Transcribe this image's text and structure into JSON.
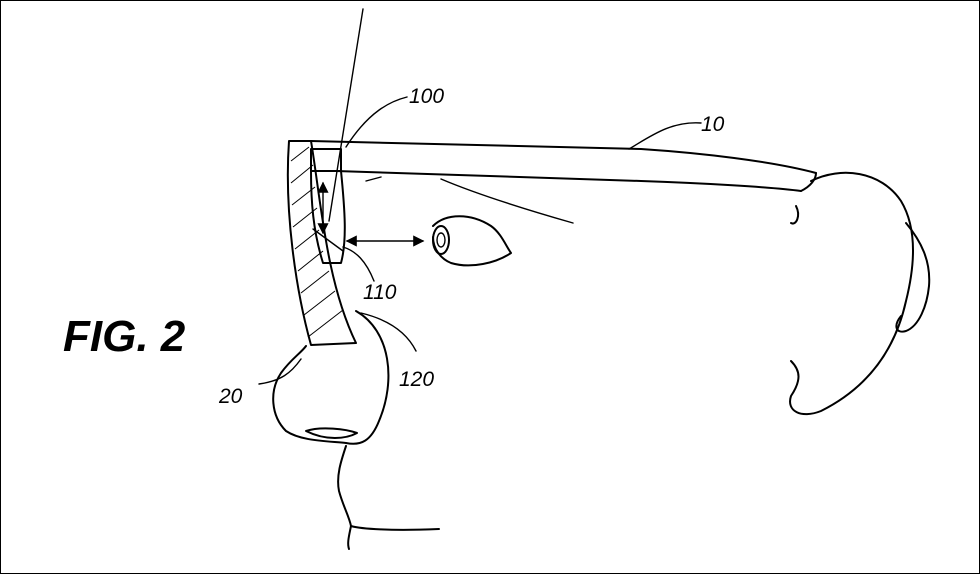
{
  "figure": {
    "title": "FIG. 2",
    "labels": {
      "temple": "10",
      "lens": "20",
      "optical_module": "100",
      "mirror": "110",
      "display_surface": "120"
    }
  }
}
